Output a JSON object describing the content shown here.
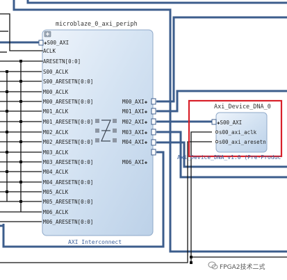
{
  "interconnect": {
    "instance_name": "microblaze_0_axi_periph",
    "type_name": "AXI Interconnect",
    "expand_glyph": "plus-icon",
    "slave_ports": [
      "S00_AXI",
      "ACLK",
      "ARESETN[0:0]",
      "S00_ACLK",
      "S00_ARESETN[0:0]",
      "M00_ACLK",
      "M00_ARESETN[0:0]",
      "M01_ACLK",
      "M01_ARESETN[0:0]",
      "M02_ACLK",
      "M02_ARESETN[0:0]",
      "M03_ACLK",
      "M03_ARESETN[0:0]",
      "M04_ACLK",
      "M04_ARESETN[0:0]",
      "M05_ACLK",
      "M05_ARESETN[0:0]",
      "M06_ACLK",
      "M06_ARESETN[0:0]"
    ],
    "master_ports": [
      "M00_AXI",
      "M01_AXI",
      "M02_AXI",
      "M03_AXI",
      "M04_AXI",
      "M06_AXI"
    ]
  },
  "device_dna": {
    "instance_name": "Axi_Device_DNA_0",
    "ip_name": "Axi_Device_DNA_v1.0 (Pre-Produc",
    "ports": [
      "S00_AXI",
      "s00_axi_aclk",
      "s00_axi_aresetn"
    ],
    "highlight_color": "#d8202a"
  },
  "watermark": {
    "text": "FPGA2技术二式"
  },
  "colors": {
    "block_fill": "#c9dcef",
    "block_border": "#8fa9c9",
    "wire": "#3c5d8c",
    "thin_wire": "#111111"
  }
}
